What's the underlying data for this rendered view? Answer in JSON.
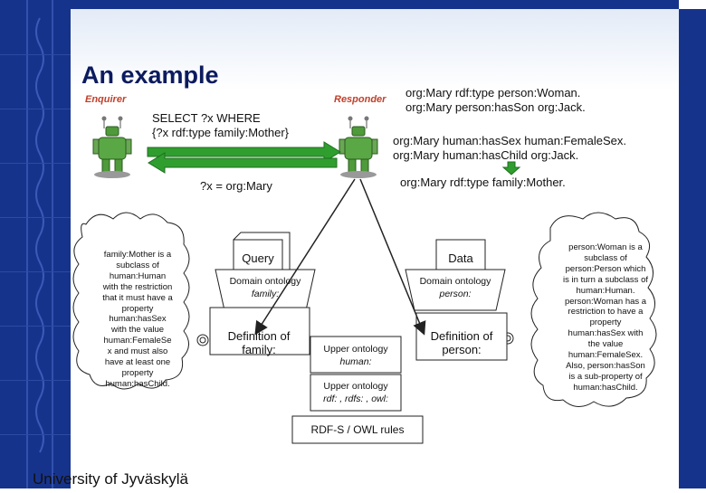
{
  "slide": {
    "title": "An example",
    "footer": "University of Jyväskylä"
  },
  "agents": {
    "enquirer_label": "Enquirer",
    "responder_label": "Responder"
  },
  "messages": {
    "query_line1": "SELECT ?x WHERE",
    "query_line2": "{?x rdf:type family:Mother}",
    "answer": "?x = org:Mary",
    "data_line1": "org:Mary rdf:type person:Woman.",
    "data_line2": "org:Mary person:hasSon org:Jack.",
    "inferred_line1": "org:Mary human:hasSex human:FemaleSex.",
    "inferred_line2": "org:Mary human:hasChild org:Jack.",
    "conclusion": "org:Mary rdf:type family:Mother."
  },
  "clouds": {
    "left_lines": [
      "family:Mother is a",
      "subclass of",
      "human:Human",
      "with the restriction",
      "that it must have a",
      "property",
      "human:hasSex",
      "with the value",
      "human:FemaleSe",
      "x and must also",
      "have at least one",
      "property",
      "human:hasChild."
    ],
    "right_lines": [
      "person:Woman is a",
      "subclass of",
      "person:Person which",
      "is in turn a subclass of",
      "human:Human.",
      "person:Woman has a",
      "restriction to have a",
      "property",
      "human:hasSex with",
      "the value",
      "human:FemaleSex.",
      "Also, person:hasSon",
      "is a sub-property of",
      "human:hasChild."
    ]
  },
  "boxes": {
    "query": "Query",
    "data": "Data",
    "domain_left_line1": "Domain ontology",
    "domain_left_line2": "family:",
    "domain_right_line1": "Domain ontology",
    "domain_right_line2": "person:",
    "def_family_line1": "Definition of",
    "def_family_line2": "family:",
    "def_person_line1": "Definition of",
    "def_person_line2": "person:",
    "upper_human_line1": "Upper ontology",
    "upper_human_line2": "human:",
    "upper_rdf_line1": "Upper ontology",
    "upper_rdf_line2": "rdf: , rdfs: , owl:",
    "rules": "RDF-S / OWL rules"
  },
  "colors": {
    "frame": "#16338c",
    "title": "#0c1b5e",
    "role_label": "#c0402a",
    "arrow_green": "#2f9e2f"
  },
  "icons": [
    "robot-agent-icon",
    "ontology-node-icon"
  ]
}
